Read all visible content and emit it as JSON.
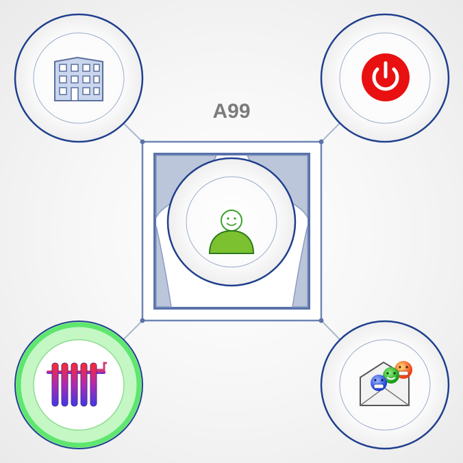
{
  "room": {
    "label": "A99"
  },
  "nodes": {
    "building": {
      "icon": "building-icon",
      "state": "normal"
    },
    "power": {
      "icon": "power-icon",
      "state": "normal",
      "color": "#e81010"
    },
    "heating": {
      "icon": "radiator-icon",
      "state": "active",
      "highlight_color": "#5ee66e"
    },
    "messages": {
      "icon": "mail-emoji-icon",
      "state": "normal"
    },
    "occupant": {
      "icon": "person-smiley-icon",
      "color": "#7cc230"
    }
  },
  "colors": {
    "ring": "#1f3f8e",
    "connector": "#a8b8cc",
    "frame": "#6d84b4",
    "curtain": "#bcc6db"
  }
}
